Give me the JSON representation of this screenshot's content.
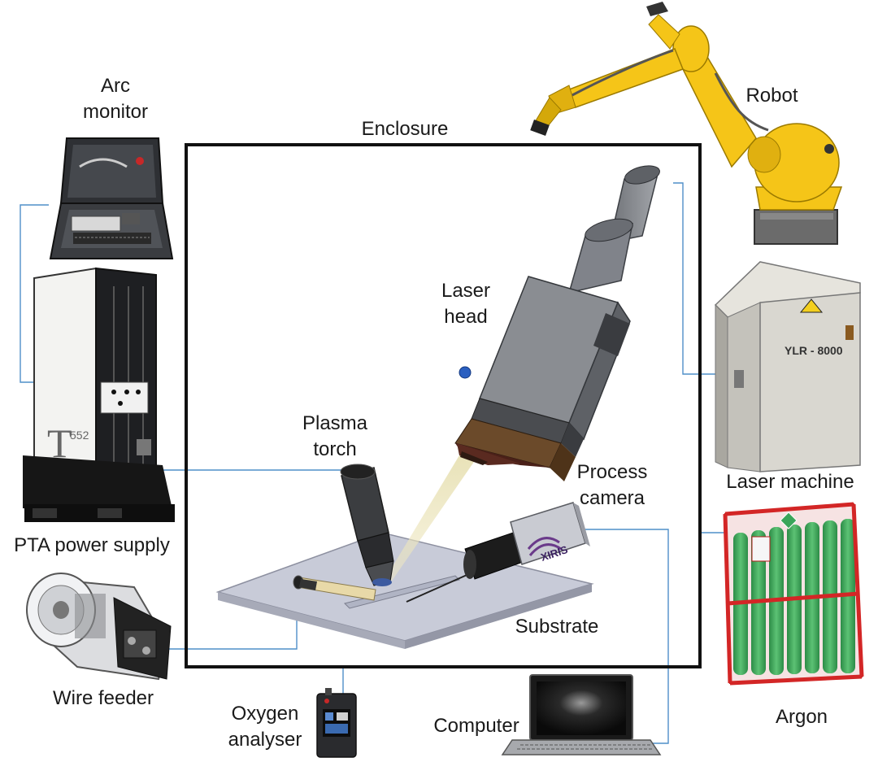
{
  "labels": {
    "arc_monitor": [
      "Arc",
      "monitor"
    ],
    "enclosure": "Enclosure",
    "robot": "Robot",
    "laser_head": [
      "Laser",
      "head"
    ],
    "plasma_torch": [
      "Plasma",
      "torch"
    ],
    "process_camera": [
      "Process",
      "camera"
    ],
    "laser_machine": "Laser machine",
    "pta_power_supply": "PTA power supply",
    "substrate": "Substrate",
    "wire_feeder": "Wire feeder",
    "oxygen_analyser": [
      "Oxygen",
      "analyser"
    ],
    "computer": "Computer",
    "argon": "Argon"
  },
  "equipment_text": {
    "laser_model": "YLR - 8000",
    "camera_brand": "XIRIS",
    "power_supply_mark": "T",
    "power_supply_model": "552"
  },
  "colors": {
    "connector_line": "#4f8fc9",
    "enclosure_frame": "#111111",
    "robot": "#f5c518",
    "cylinder_green": "#3aa55a",
    "cylinder_rack": "#d32626",
    "laser_machine": "#d9d7d0",
    "head_grey": "#8a8d92",
    "head_brown": "#6b4a2a",
    "substrate": "#c8cbd8"
  }
}
